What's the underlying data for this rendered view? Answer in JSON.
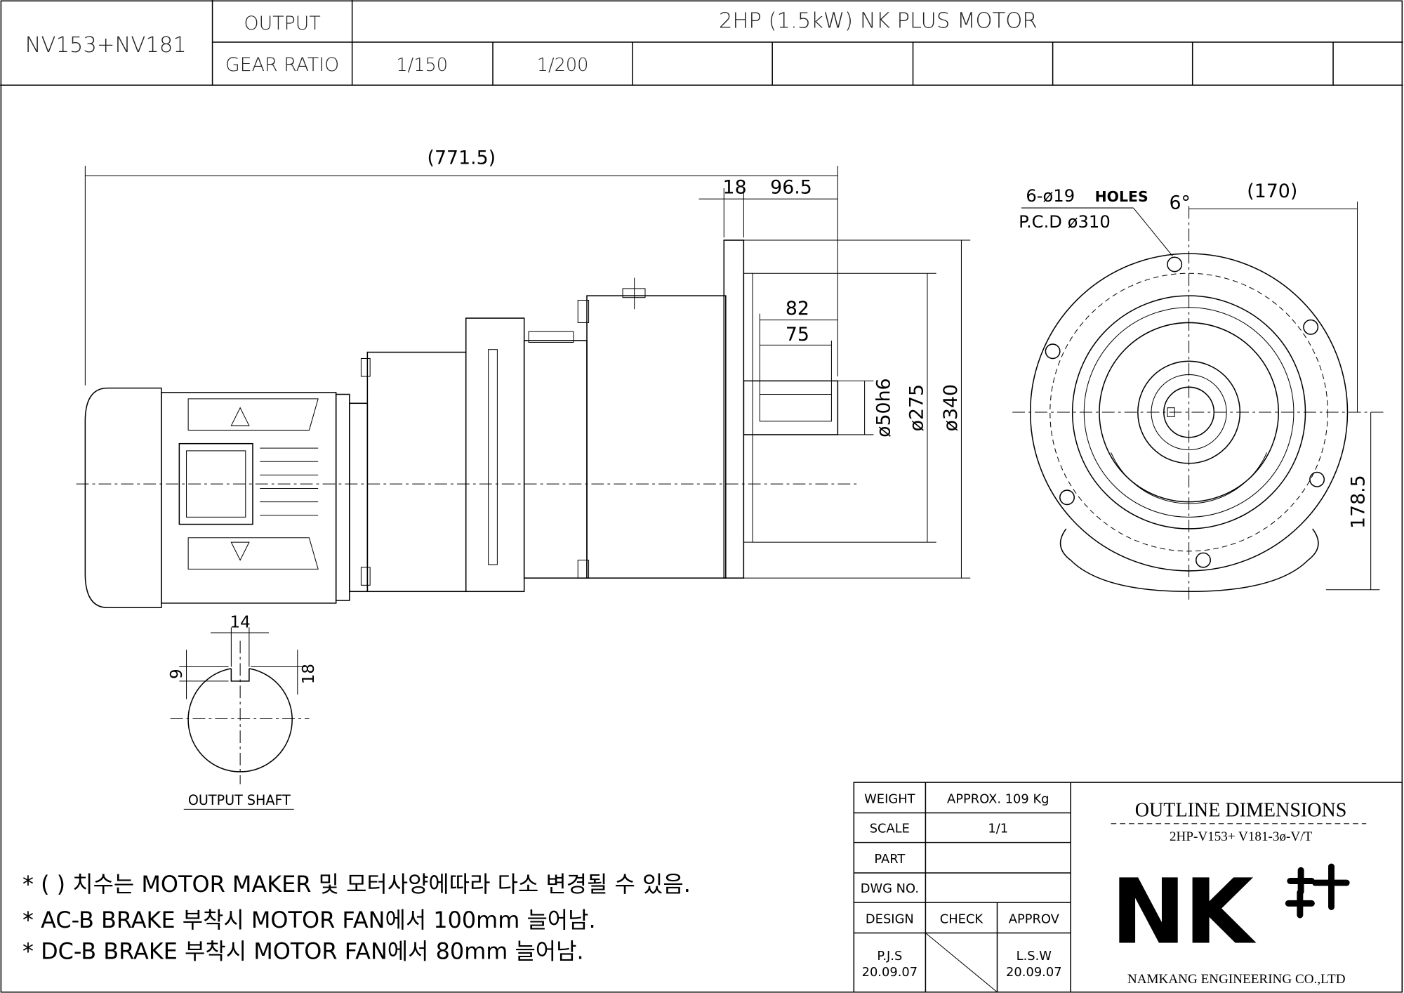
{
  "header": {
    "model": "NV153+NV181",
    "output_label": "OUTPUT",
    "gear_ratio_label": "GEAR RATIO",
    "motor_title": "2HP (1.5kW) NK PLUS MOTOR",
    "ratios": [
      "1/150",
      "1/200",
      "",
      "",
      "",
      "",
      "",
      ""
    ]
  },
  "dimensions": {
    "overall_length": "(771.5)",
    "flange_thickness": "18",
    "shaft_projection": "96.5",
    "shaft_length_82": "82",
    "key_length_75": "75",
    "shaft_diameter": "ø50h6",
    "pilot_diameter": "ø275",
    "flange_diameter": "ø340",
    "holes": "6-ø19",
    "holes_word": "HOLES",
    "pcd": "P.C.D ø310",
    "angle": "6°",
    "width_170": "(170)",
    "height_178_5": "178.5",
    "key_width": "14",
    "key_depth": "9",
    "key_height": "18",
    "output_shaft_label": "OUTPUT SHAFT"
  },
  "notes": [
    "* (   ) 치수는 MOTOR MAKER 및 모터사양에따라 다소 변경될 수 있음.",
    "* AC-B BRAKE 부착시 MOTOR FAN에서 100mm 늘어남.",
    "* DC-B BRAKE 부착시 MOTOR FAN에서 80mm 늘어남."
  ],
  "title_block": {
    "weight_label": "WEIGHT",
    "weight_value": "APPROX. 109 Kg",
    "scale_label": "SCALE",
    "scale_value": "1/1",
    "part_label": "PART",
    "dwg_label": "DWG NO.",
    "design_label": "DESIGN",
    "check_label": "CHECK",
    "approv_label": "APPROV",
    "design_name": "P.J.S",
    "design_date": "20.09.07",
    "approv_name": "L.S.W",
    "approv_date": "20.09.07",
    "title": "OUTLINE DIMENSIONS",
    "drawing_code": "2HP-V153+ V181-3ø-V/T",
    "logo_text": "NK",
    "company": "NAMKANG ENGINEERING CO.,LTD"
  }
}
